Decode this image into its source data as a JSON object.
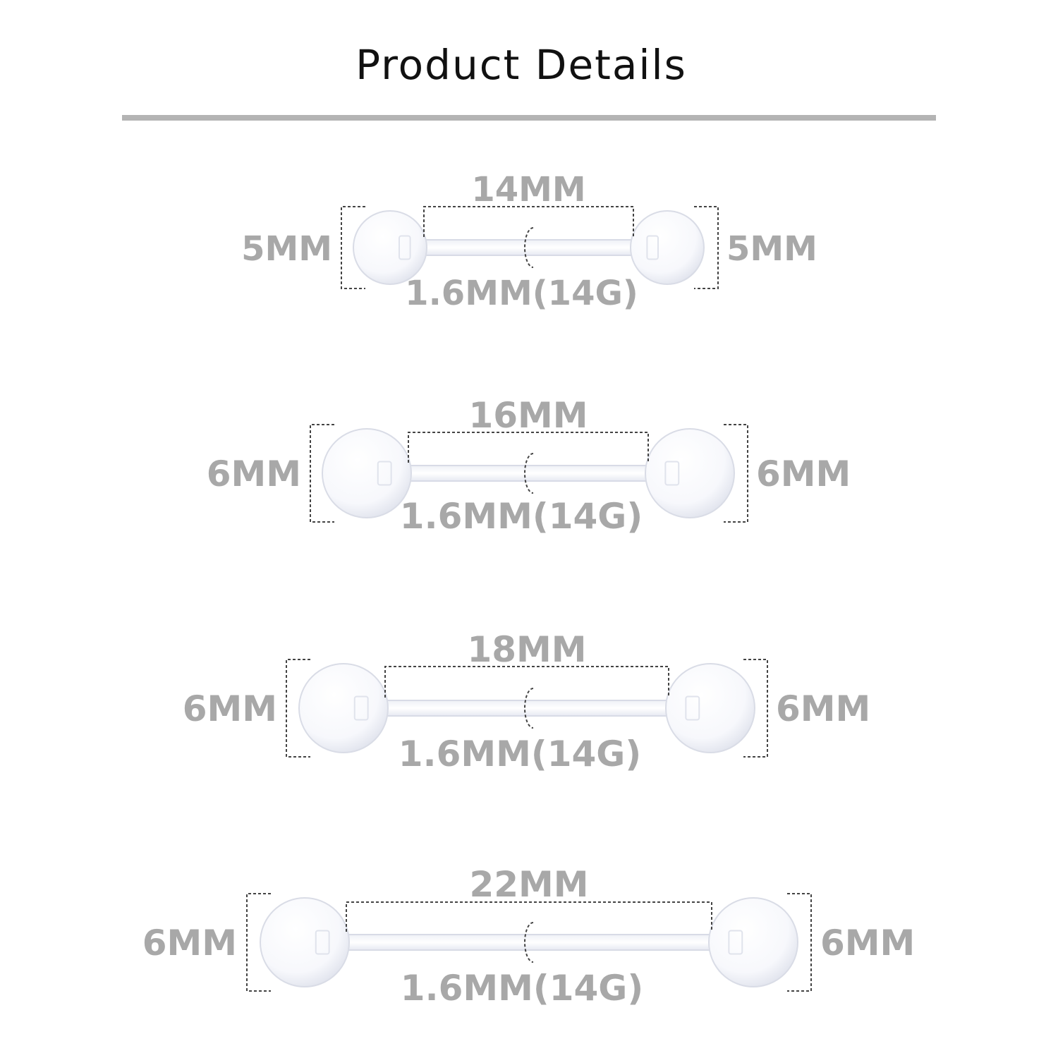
{
  "title": "Product Details",
  "colors": {
    "title_text": "#111111",
    "rule": "#b4b4b4",
    "label_text": "#a8a8a8",
    "dash_line": "#444444",
    "bar_edge": "#d8dbe6"
  },
  "products": [
    {
      "length": "14MM",
      "ball_left": "5MM",
      "ball_right": "5MM",
      "gauge": "1.6MM(14G)"
    },
    {
      "length": "16MM",
      "ball_left": "6MM",
      "ball_right": "6MM",
      "gauge": "1.6MM(14G)"
    },
    {
      "length": "18MM",
      "ball_left": "6MM",
      "ball_right": "6MM",
      "gauge": "1.6MM(14G)"
    },
    {
      "length": "22MM",
      "ball_left": "6MM",
      "ball_right": "6MM",
      "gauge": "1.6MM(14G)"
    }
  ]
}
